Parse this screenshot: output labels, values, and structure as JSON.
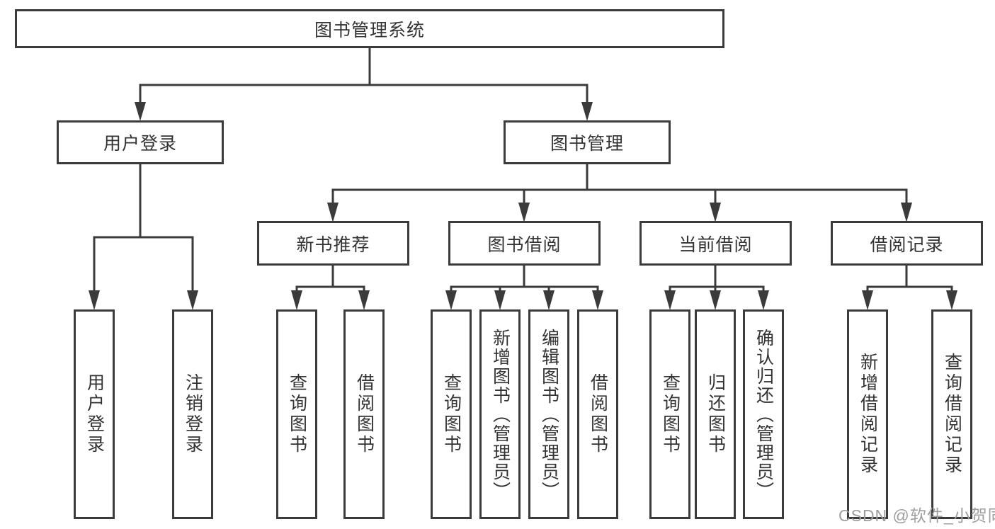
{
  "tree": {
    "root": "图书管理系统",
    "branches": [
      {
        "label": "用户登录",
        "leaves": [
          "用户登录",
          "注销登录"
        ]
      },
      {
        "label": "图书管理",
        "groups": [
          {
            "label": "新书推荐",
            "leaves": [
              "查询图书",
              "借阅图书"
            ]
          },
          {
            "label": "图书借阅",
            "leaves": [
              "查询图书",
              "新增图书（管理员）",
              "编辑图书（管理员）",
              "借阅图书"
            ]
          },
          {
            "label": "当前借阅",
            "leaves": [
              "查询图书",
              "归还图书",
              "确认归还（管理员）"
            ]
          },
          {
            "label": "借阅记录",
            "leaves": [
              "新增借阅记录",
              "查询借阅记录"
            ]
          }
        ]
      }
    ]
  },
  "watermark": "CSDN @软件_小贺同学",
  "colors": {
    "line": "#3b3b3b",
    "box_border": "#3b3b3b",
    "text": "#333333",
    "background": "#ffffff",
    "watermark": "#9e9e9e"
  }
}
